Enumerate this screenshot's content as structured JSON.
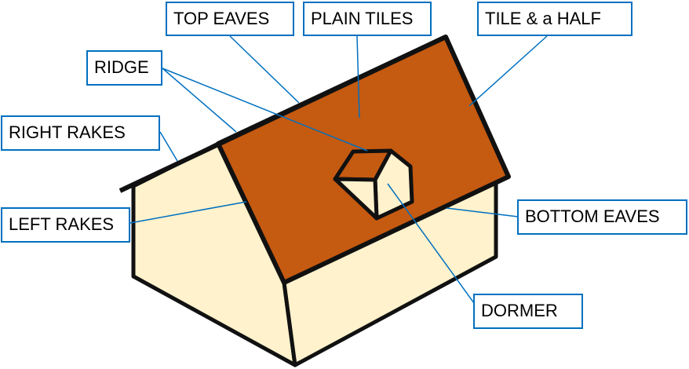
{
  "colors": {
    "roof": "#C55A11",
    "wall": "#FFF2CC",
    "outline": "#111111",
    "leader": "#0070C0"
  },
  "labels": {
    "top_eaves": "TOP EAVES",
    "plain_tiles": "PLAIN TILES",
    "tile_and_a_half": "TILE & a HALF",
    "ridge": "RIDGE",
    "right_rakes": "RIGHT RAKES",
    "left_rakes": "LEFT RAKES",
    "bottom_eaves": "BOTTOM EAVES",
    "dormer": "DORMER"
  }
}
